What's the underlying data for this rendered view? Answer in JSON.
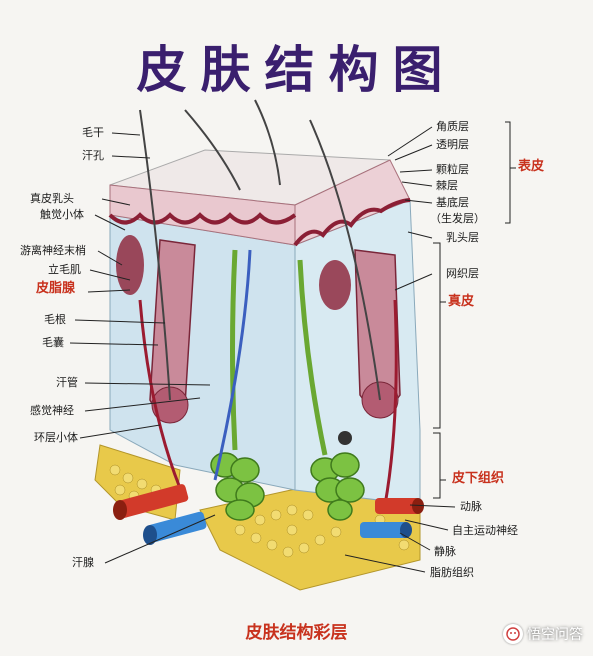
{
  "title": "皮肤结构图",
  "caption": "皮肤结构彩层",
  "watermark": "悟空问答",
  "labels_left": {
    "hair_shaft": "毛干",
    "sweat_pore": "汗孔",
    "dermal_papilla": "真皮乳头",
    "tactile_corpuscle": "触觉小体",
    "free_nerve_ending": "游离神经末梢",
    "arrector_pili": "立毛肌",
    "sebaceous_gland": "皮脂腺",
    "hair_root": "毛根",
    "hair_follicle": "毛囊",
    "sweat_duct": "汗管",
    "sensory_nerve": "感觉神经",
    "lamellar_corpuscle": "环层小体",
    "sweat_gland": "汗腺"
  },
  "labels_right": {
    "stratum_corneum": "角质层",
    "stratum_lucidum": "透明层",
    "stratum_granulosum": "颗粒层",
    "stratum_spinosum": "棘层",
    "stratum_basale": "基底层",
    "germinative_layer": "（生发层）",
    "epidermis": "表皮",
    "papillary_layer": "乳头层",
    "reticular_layer": "网织层",
    "dermis": "真皮",
    "subcutaneous": "皮下组织",
    "artery": "动脉",
    "autonomic_nerve": "自主运动神经",
    "vein": "静脉",
    "adipose": "脂肪组织"
  },
  "colors": {
    "title": "#3a1f6e",
    "accent_red": "#c8321e"
  }
}
